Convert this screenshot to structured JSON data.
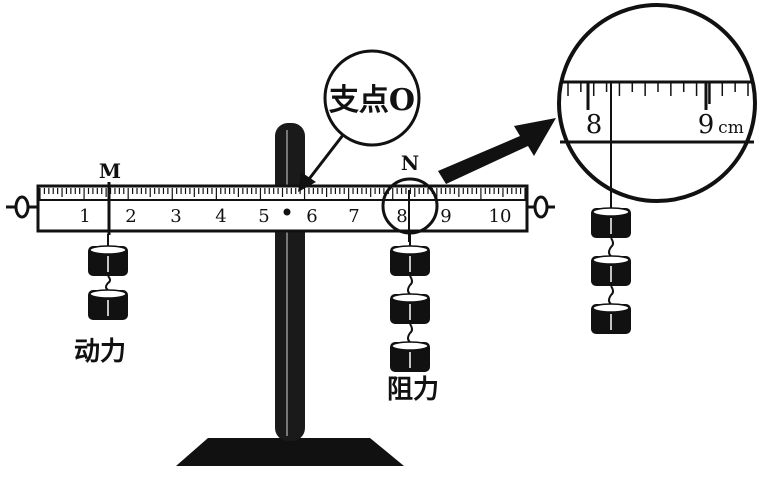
{
  "labels": {
    "fulcrum": "支点O",
    "point_m": "M",
    "point_n": "N",
    "effort": "动力",
    "resistance": "阻力"
  },
  "ruler": {
    "numbers": [
      "1",
      "2",
      "3",
      "4",
      "5",
      "6",
      "7",
      "8",
      "9",
      "10"
    ]
  },
  "magnifier": {
    "left_number": "8",
    "right_number": "9",
    "unit": "cm"
  },
  "weights": {
    "effort_count": 2,
    "resistance_count": 3,
    "magnifier_count": 3
  },
  "colors": {
    "ink": "#111111",
    "paper": "#ffffff"
  }
}
